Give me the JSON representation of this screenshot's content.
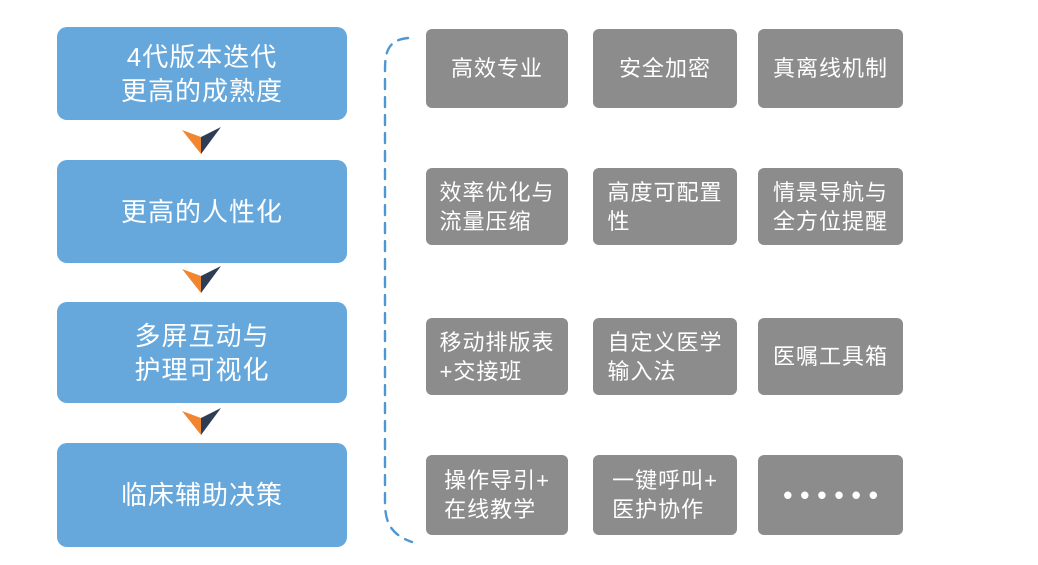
{
  "palette": {
    "stage_blue": "#66a8dc",
    "feature_gray": "#8c8c8c",
    "arrow_orange": "#f0862f",
    "arrow_navy": "#2e3d54",
    "brace_blue": "#4f97d4",
    "text_white": "#ffffff"
  },
  "stages": [
    {
      "label": "4代版本迭代\n更高的成熟度"
    },
    {
      "label": "更高的人性化"
    },
    {
      "label": "多屏互动与\n护理可视化"
    },
    {
      "label": "临床辅助决策"
    }
  ],
  "features": {
    "rows": [
      {
        "cells": [
          {
            "label": "高效专业"
          },
          {
            "label": "安全加密"
          },
          {
            "label": "真离线机制"
          }
        ]
      },
      {
        "cells": [
          {
            "label": "效率优化与\n流量压缩"
          },
          {
            "label": "高度可配置\n性"
          },
          {
            "label": "情景导航与\n全方位提醒"
          }
        ]
      },
      {
        "cells": [
          {
            "label": "移动排版表\n+交接班"
          },
          {
            "label": "自定义医学\n输入法"
          },
          {
            "label": "医嘱工具箱"
          }
        ]
      },
      {
        "cells": [
          {
            "label": "操作导引+\n在线教学"
          },
          {
            "label": "一键呼叫+\n医护协作"
          },
          {
            "label": "••••••"
          }
        ]
      }
    ]
  }
}
